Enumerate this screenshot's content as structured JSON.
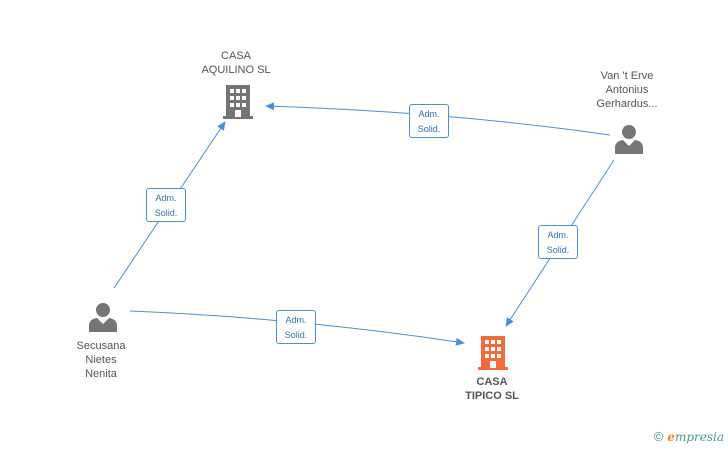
{
  "nodes": {
    "casa_aquilino": {
      "line1": "CASA",
      "line2": "AQUILINO SL",
      "type": "company"
    },
    "casa_tipico": {
      "line1": "CASA",
      "line2": "TIPICO SL",
      "type": "company-main"
    },
    "van_t_erve": {
      "line1": "Van 't Erve",
      "line2": "Antonius",
      "line3": "Gerhardus...",
      "type": "person"
    },
    "secusana": {
      "line1": "Secusana",
      "line2": "Nietes",
      "line3": "Nenita",
      "type": "person"
    }
  },
  "edges": [
    {
      "from": "van_t_erve",
      "to": "casa_aquilino",
      "line1": "Adm.",
      "line2": "Solid."
    },
    {
      "from": "secusana",
      "to": "casa_aquilino",
      "line1": "Adm.",
      "line2": "Solid."
    },
    {
      "from": "van_t_erve",
      "to": "casa_tipico",
      "line1": "Adm.",
      "line2": "Solid."
    },
    {
      "from": "secusana",
      "to": "casa_tipico",
      "line1": "Adm.",
      "line2": "Solid."
    }
  ],
  "colors": {
    "edge": "#4a90d9",
    "company": "#757575",
    "company_main": "#f26b3a",
    "person": "#757575"
  },
  "icons": [
    "building-icon",
    "person-icon"
  ],
  "brand": {
    "copyright": "©",
    "initial": "e",
    "rest": "mpresia"
  }
}
